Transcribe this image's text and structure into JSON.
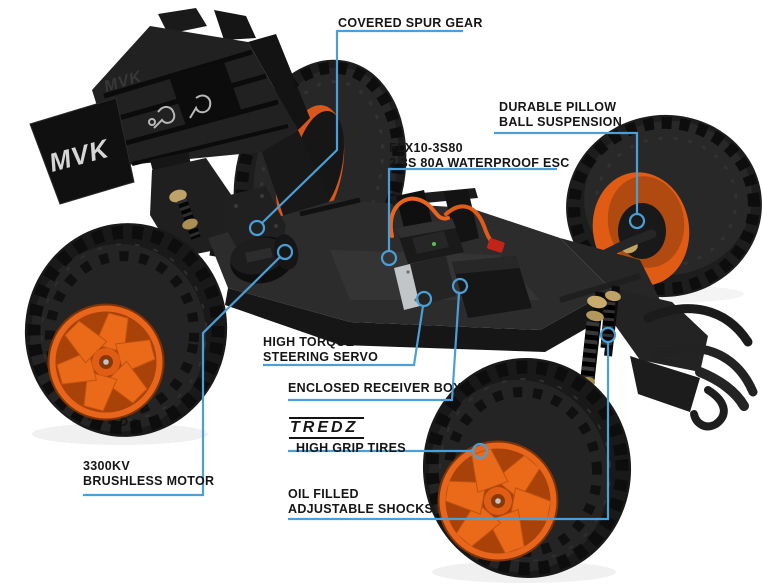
{
  "meta": {
    "accent_blue": "#4a9fd7",
    "label_color": "#151515",
    "rim_orange": "#e8651c"
  },
  "branding": {
    "wing_logo": "MVK",
    "wing_logo_molded": "MVK",
    "tire_sidewall": "TREDZ"
  },
  "callouts": {
    "spur_gear": {
      "line1": "COVERED SPUR GEAR"
    },
    "esc": {
      "line1": "FLX10-3S80",
      "line2": "2-3S 80A WATERPROOF ESC"
    },
    "pillow_suspension": {
      "line1": "DURABLE PILLOW",
      "line2": "BALL SUSPENSION"
    },
    "steering_servo": {
      "line1": "HIGH TORQUE",
      "line2": "STEERING SERVO"
    },
    "receiver_box": {
      "line1": "ENCLOSED RECEIVER BOX"
    },
    "tires": {
      "logo": "TREDZ",
      "line1": "HIGH GRIP TIRES"
    },
    "motor": {
      "line1": "3300KV",
      "line2": "BRUSHLESS MOTOR"
    },
    "shocks": {
      "line1": "OIL FILLED",
      "line2": "ADJUSTABLE SHOCKS"
    }
  }
}
